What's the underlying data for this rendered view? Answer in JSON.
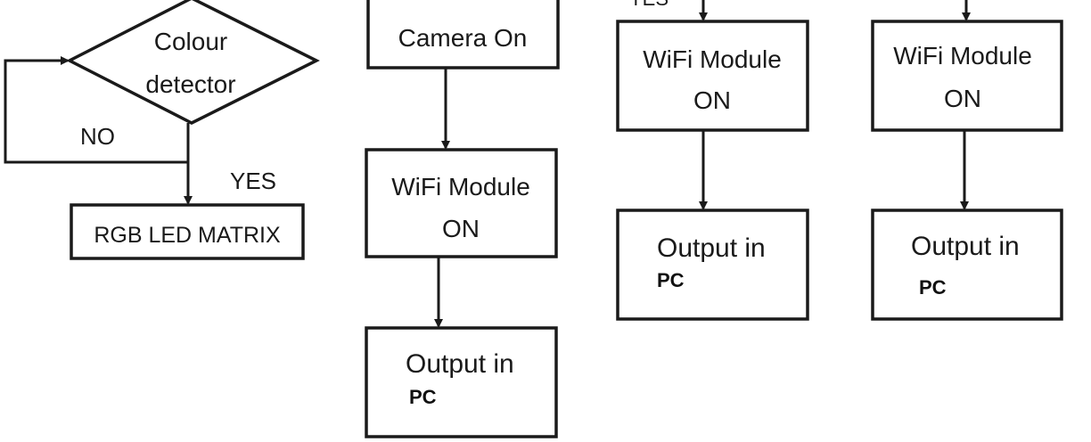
{
  "colors": {
    "stroke": "#1a1a1a",
    "background": "#ffffff"
  },
  "flow1": {
    "decision_line1": "Colour",
    "decision_line2": "detector",
    "no_label": "NO",
    "yes_label": "YES",
    "matrix_label": "RGB LED MATRIX"
  },
  "flow2": {
    "camera_label": "Camera On",
    "wifi_line1": "WiFi Module",
    "wifi_line2": "ON",
    "output_line1": "Output in",
    "output_line2": "PC"
  },
  "flow3": {
    "top_label_partial": "YES",
    "wifi_line1": "WiFi Module",
    "wifi_line2": "ON",
    "output_line1": "Output in",
    "output_line2": "PC"
  },
  "flow4": {
    "wifi_line1": "WiFi Module",
    "wifi_line2": "ON",
    "output_line1": "Output in",
    "output_line2": "PC"
  }
}
